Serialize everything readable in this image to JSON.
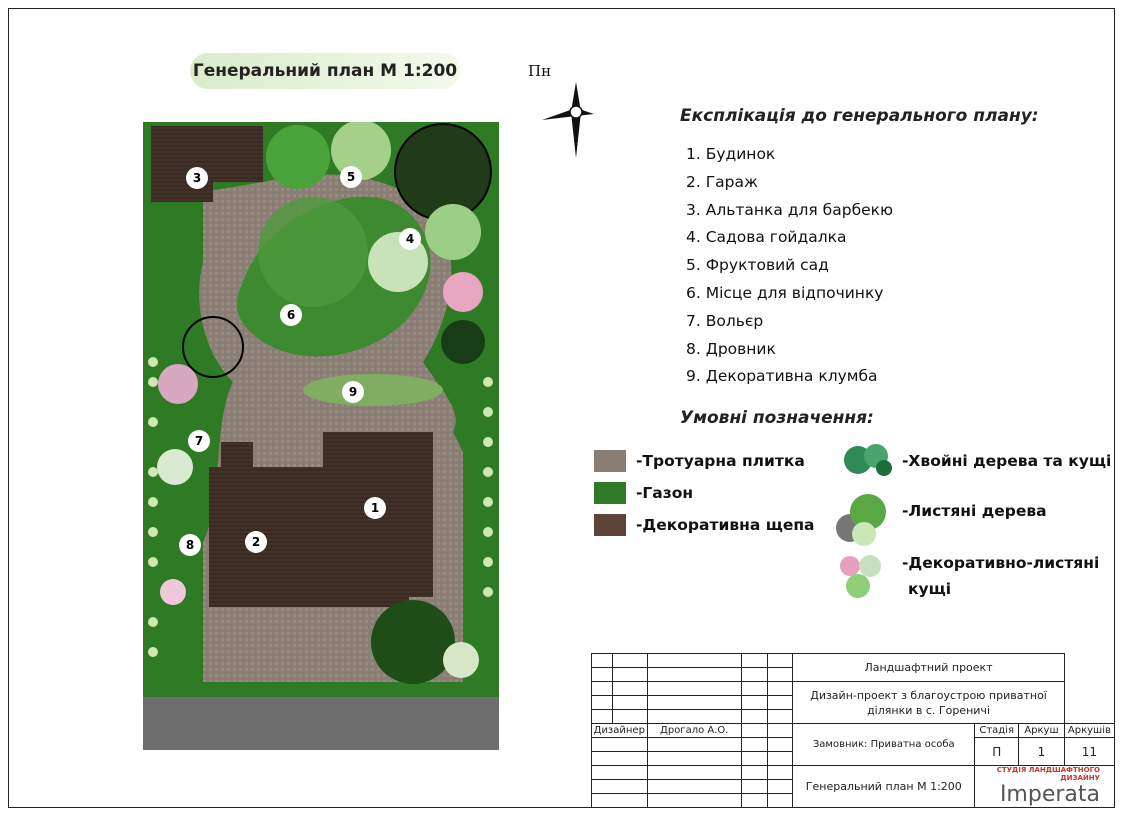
{
  "title": "Генеральний план М 1:200",
  "north_label": "Пн",
  "explication": {
    "title": "Експлікація до генерального плану:",
    "items": [
      "1. Будинок",
      "2. Гараж",
      "3. Альтанка для барбекю",
      "4. Садова гойдалка",
      "5. Фруктовий сад",
      "6. Місце для відпочинку",
      "7. Вольєр",
      "8. Дровник",
      "9. Декоративна клумба"
    ]
  },
  "plan_numbers": [
    "1",
    "2",
    "3",
    "4",
    "5",
    "6",
    "7",
    "8",
    "9"
  ],
  "legend": {
    "title": "Умовні позначення:",
    "paving": "-Тротуарна плитка",
    "lawn": "-Газон",
    "mulch": "-Декоративна щепа",
    "conifers": "-Хвойні дерева та кущі",
    "deciduous": "-Листяні дерева",
    "ornamental_line1": "-Декоративно-листяні",
    "ornamental_line2": "кущі"
  },
  "colors": {
    "paving": "#8a7d74",
    "lawn": "#2f7a25",
    "mulch": "#5e4436",
    "house": "#3a2a22"
  },
  "stamp": {
    "project_type": "Ландшафтний проект",
    "description_line1": "Дизайн-проект з благоустрою приватної",
    "description_line2": "ділянки в с. Гореничі",
    "designer_label": "Дизайнер",
    "designer_name": "Дрогало А.О.",
    "customer": "Замовник: Приватна особа",
    "stage_label": "Стадія",
    "sheet_label": "Аркуш",
    "sheets_label": "Аркушів",
    "stage": "П",
    "sheet": "1",
    "sheets": "11",
    "drawing_name": "Генеральний план М 1:200",
    "logo_small": "СТУДІЯ ЛАНДШАФТНОГО ДИЗАЙНУ",
    "logo_name": "Imperata"
  }
}
